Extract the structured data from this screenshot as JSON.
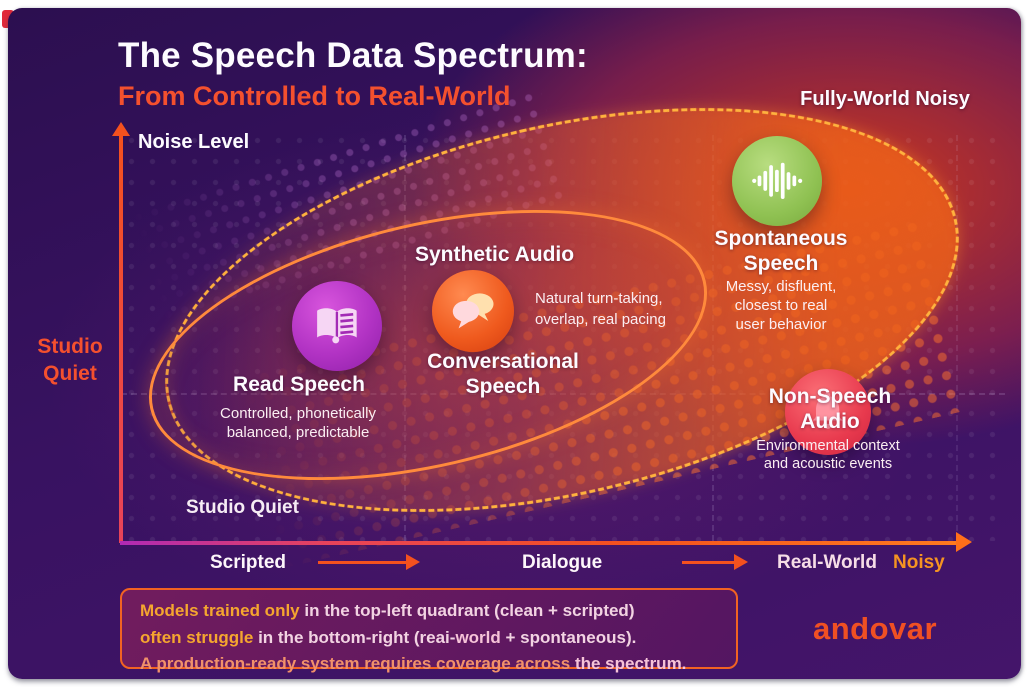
{
  "title": "The Speech Data Spectrum:",
  "subtitle": "From Controlled to Real-World",
  "top_right_label": "Fully-World Noisy",
  "axes": {
    "y_label": "Noise Level",
    "side_label": "Studio\nQuiet",
    "quadrant_label": "Studio Quiet",
    "x_tick_1": "Scripted",
    "x_tick_2": "Dialogue",
    "x_end_main": "Real-World",
    "x_end_accent": "Noisy"
  },
  "items": {
    "synthetic_label": "Synthetic Audio",
    "read": {
      "title": "Read Speech",
      "desc": "Controlled, phonetically\nbalanced, predictable",
      "icon": "book-icon",
      "color": "#b233c4"
    },
    "conversational": {
      "title": "Conversational\nSpeech",
      "desc": "Natural turn-taking,\noverlap, real pacing",
      "icon": "chat-bubbles-icon",
      "color": "#ef5a1e"
    },
    "spontaneous": {
      "title": "Spontaneous\nSpeech",
      "desc": "Messy, disfluent,\nclosest to real\nuser behavior",
      "icon": "waveform-icon",
      "color": "#8fc152"
    },
    "non_speech": {
      "title": "Non-Speech\nAudio",
      "desc": "Environmental context\nand acoustic events",
      "icon": "bell-icon",
      "color": "#e83a4e"
    }
  },
  "footnote": {
    "line1_accent": "Models trained only",
    "line1_rest": " in the top-left quadrant (clean + scripted)",
    "line2_accent": "often struggle",
    "line2_mid": " in the bottom-right (reai-",
    "line2_bold": "world",
    "line2_rest": " + spontaneous).",
    "line3_lead": "A production-ready system requires coverage across ",
    "line3_bold": "the spectrum."
  },
  "brand": "andovar",
  "colors": {
    "subtitle_accent": "#f4502e",
    "axis_orange": "#f4511e",
    "axis_magenta": "#b02ab5",
    "dashed_ellipse": "#ffb23e",
    "inner_ellipse": "#ff8a3c",
    "noisy_label": "#f59322",
    "footnote_border": "#f26322",
    "footnote_accent": "#f5a62f",
    "brand": "#f05023",
    "background_dark": "#2c0f50",
    "glow_red": "#d63a18"
  }
}
